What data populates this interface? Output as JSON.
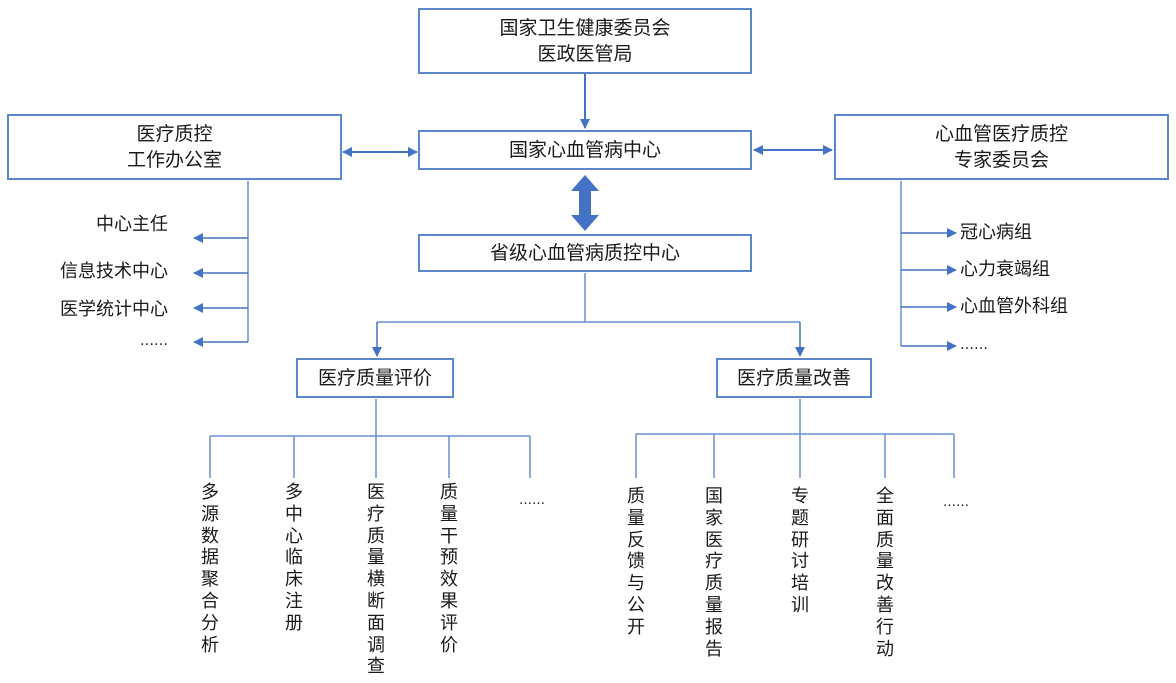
{
  "nodes": {
    "nhc": {
      "line1": "国家卫生健康委员会",
      "line2": "医政医管局"
    },
    "office": {
      "line1": "医疗质控",
      "line2": "工作办公室"
    },
    "center": {
      "label": "国家心血管病中心"
    },
    "expert": {
      "line1": "心血管医疗质控",
      "line2": "专家委员会"
    },
    "provincial": {
      "label": "省级心血管病质控中心"
    },
    "evaluation": {
      "label": "医疗质量评价"
    },
    "improvement": {
      "label": "医疗质量改善"
    }
  },
  "office_items": [
    "中心主任",
    "信息技术中心",
    "医学统计中心",
    "……"
  ],
  "expert_items": [
    "冠心病组",
    "心力衰竭组",
    "心血管外科组",
    "……"
  ],
  "evaluation_items": [
    "多源数据聚合分析",
    "多中心临床注册",
    "医疗质量横断面调查",
    "质量干预效果评价",
    "……"
  ],
  "improvement_items": [
    "质量反馈与公开",
    "国家医疗质量报告",
    "专题研讨培训",
    "全面质量改善行动",
    "……"
  ],
  "colors": {
    "line": "#5b87c9",
    "box_border": "#5b87c9",
    "arrow": "#4472c4"
  }
}
